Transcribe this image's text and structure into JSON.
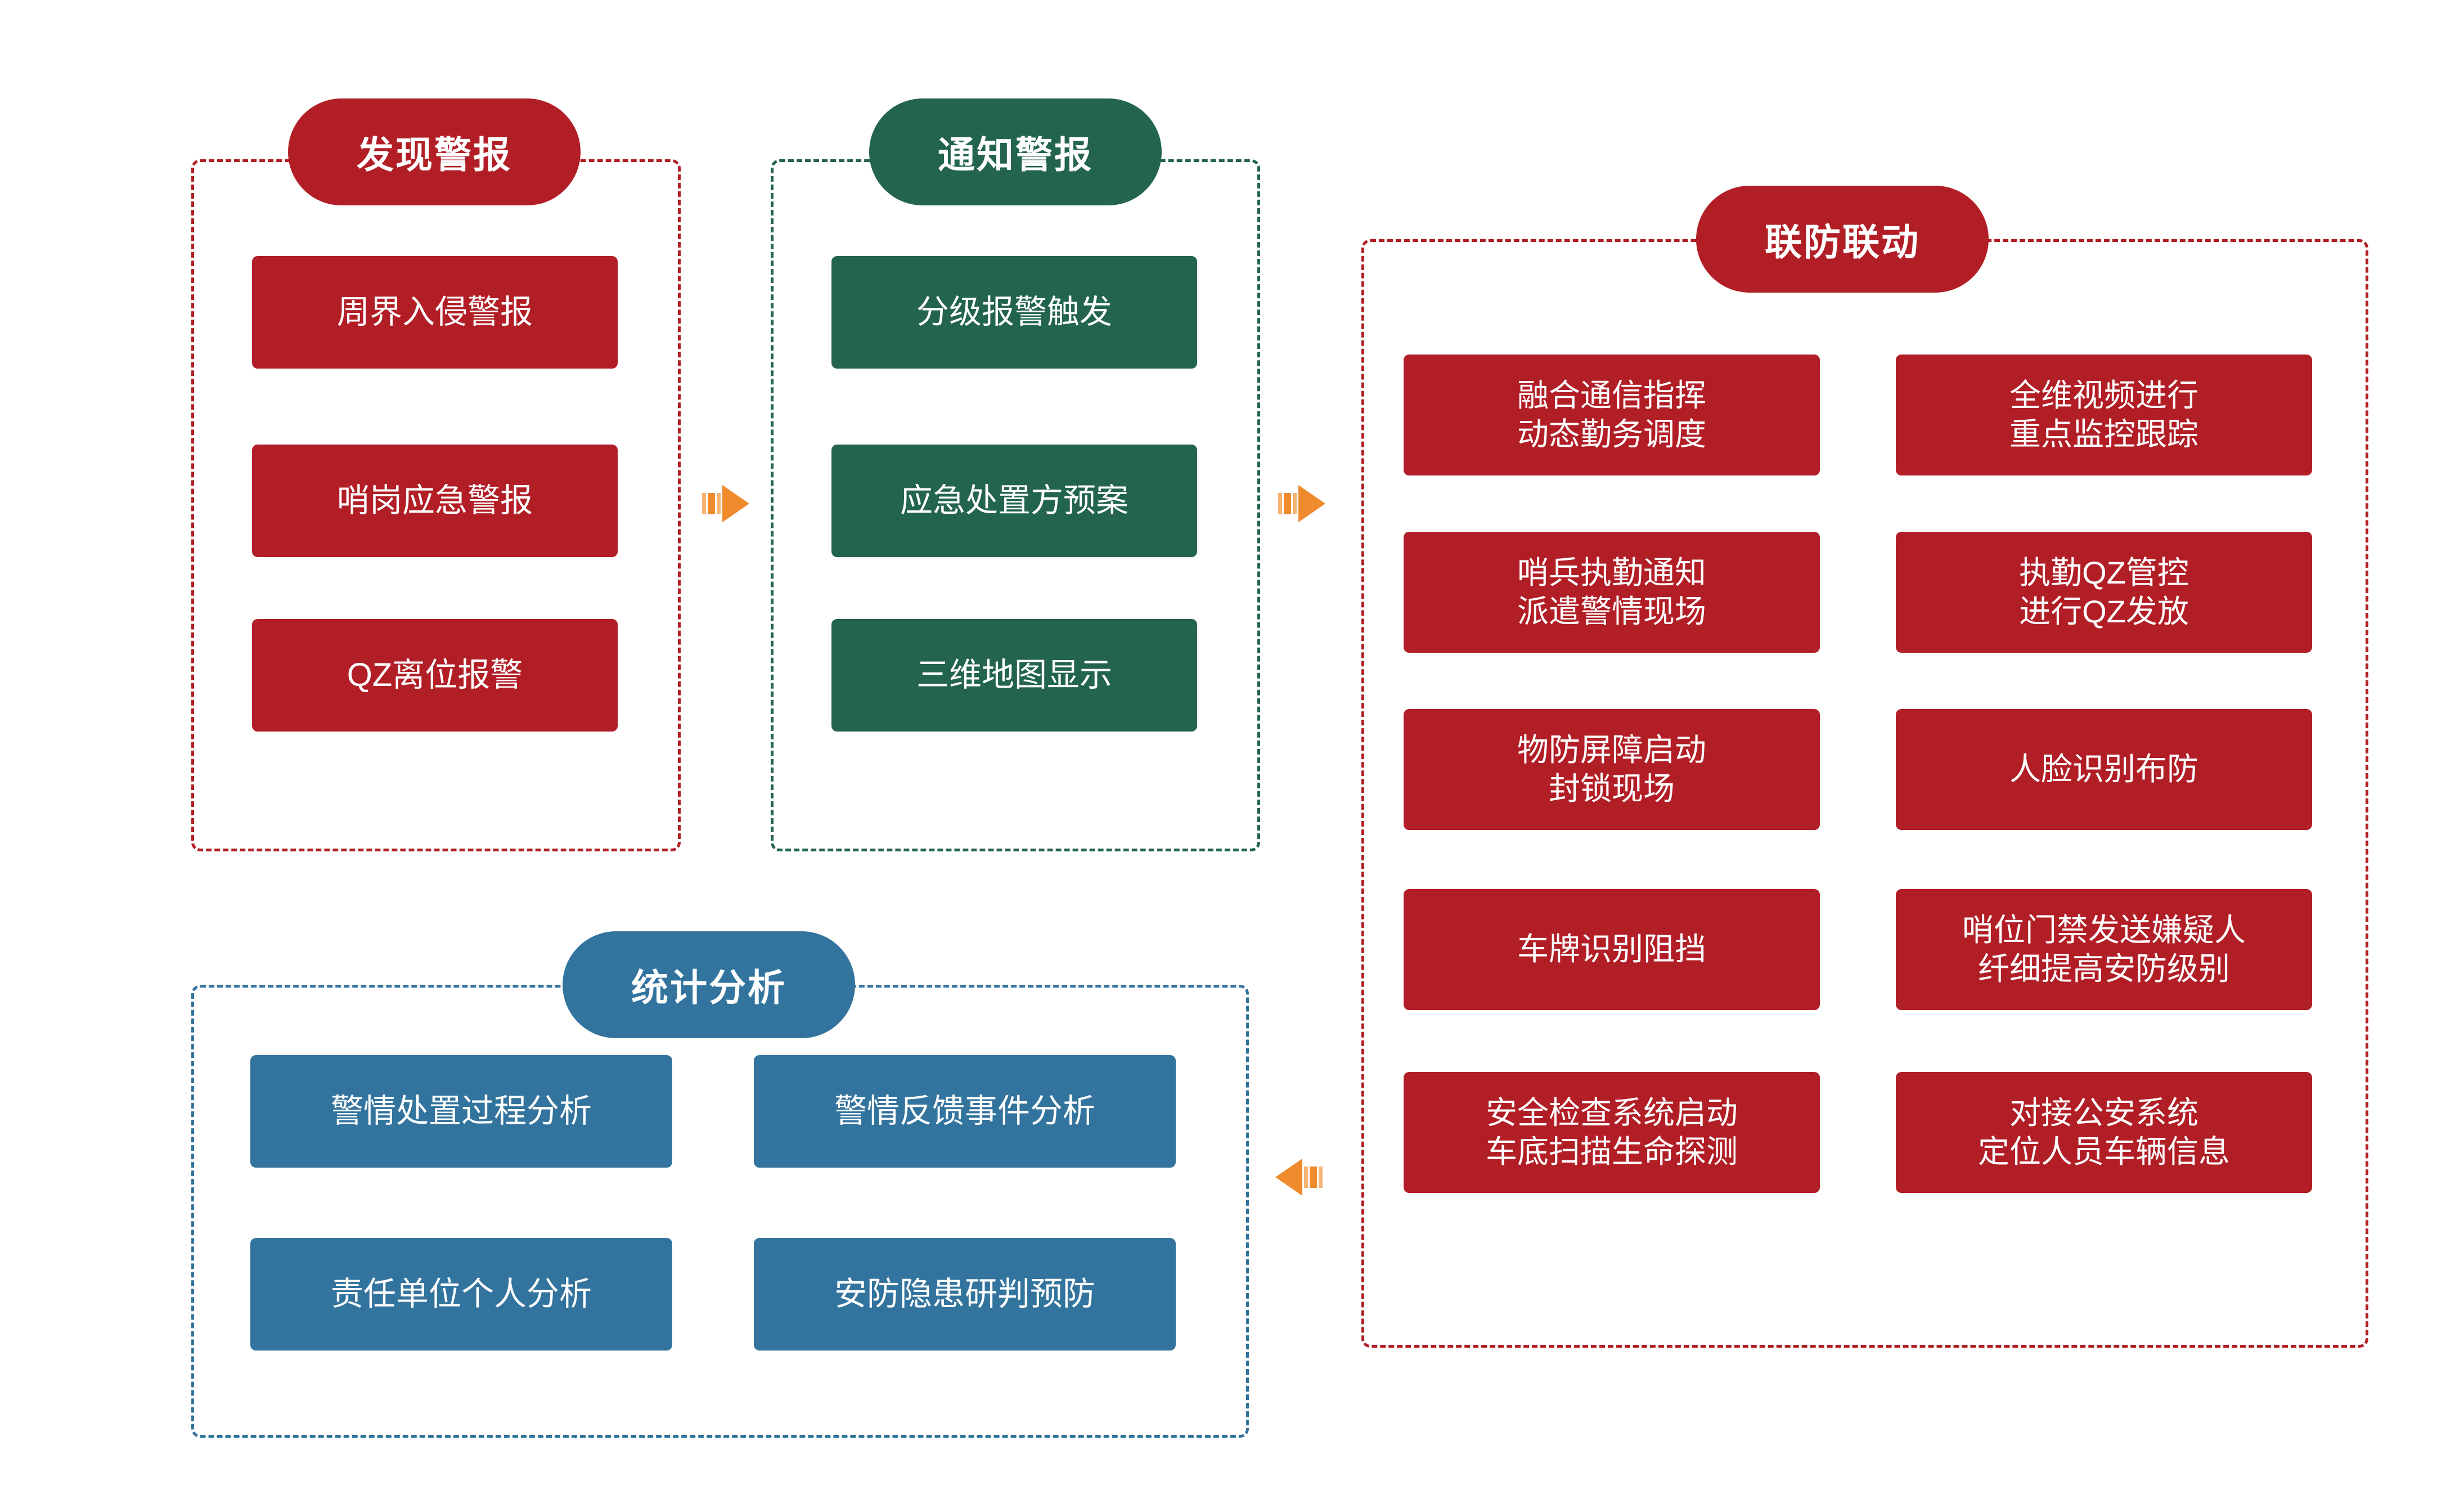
{
  "colors": {
    "red": "#B21E26",
    "green": "#23644F",
    "blue": "#33749E",
    "orange": "#EF8B2C",
    "background": "#FFFFFF",
    "text_on_fill": "#FFFFFF"
  },
  "panels": {
    "discover_alarm": {
      "title": "发现警报",
      "accent": "red",
      "items": [
        {
          "label": "周界入侵警报"
        },
        {
          "label": "哨岗应急警报"
        },
        {
          "label": "QZ离位报警"
        }
      ]
    },
    "notify_alarm": {
      "title": "通知警报",
      "accent": "green",
      "items": [
        {
          "label": "分级报警触发"
        },
        {
          "label": "应急处置方预案"
        },
        {
          "label": "三维地图显示"
        }
      ]
    },
    "joint_defense": {
      "title": "联防联动",
      "accent": "red",
      "items_left": [
        {
          "label": "融合通信指挥\n动态勤务调度"
        },
        {
          "label": "哨兵执勤通知\n派遣警情现场"
        },
        {
          "label": "物防屏障启动\n封锁现场"
        },
        {
          "label": "车牌识别阻挡"
        },
        {
          "label": "安全检查系统启动\n车底扫描生命探测"
        }
      ],
      "items_right": [
        {
          "label": "全维视频进行\n重点监控跟踪"
        },
        {
          "label": "执勤QZ管控\n进行QZ发放"
        },
        {
          "label": "人脸识别布防"
        },
        {
          "label": "哨位门禁发送嫌疑人\n纤细提高安防级别"
        },
        {
          "label": "对接公安系统\n定位人员车辆信息"
        }
      ]
    },
    "statistics_analysis": {
      "title": "统计分析",
      "accent": "blue",
      "items_left": [
        {
          "label": "警情处置过程分析"
        },
        {
          "label": "责任单位个人分析"
        }
      ],
      "items_right": [
        {
          "label": "警情反馈事件分析"
        },
        {
          "label": "安防隐患研判预防"
        }
      ]
    }
  },
  "connectors": [
    {
      "name": "discover-to-notify",
      "direction": "right"
    },
    {
      "name": "notify-to-joint-defense",
      "direction": "right"
    },
    {
      "name": "joint-defense-to-statistics",
      "direction": "left"
    }
  ]
}
